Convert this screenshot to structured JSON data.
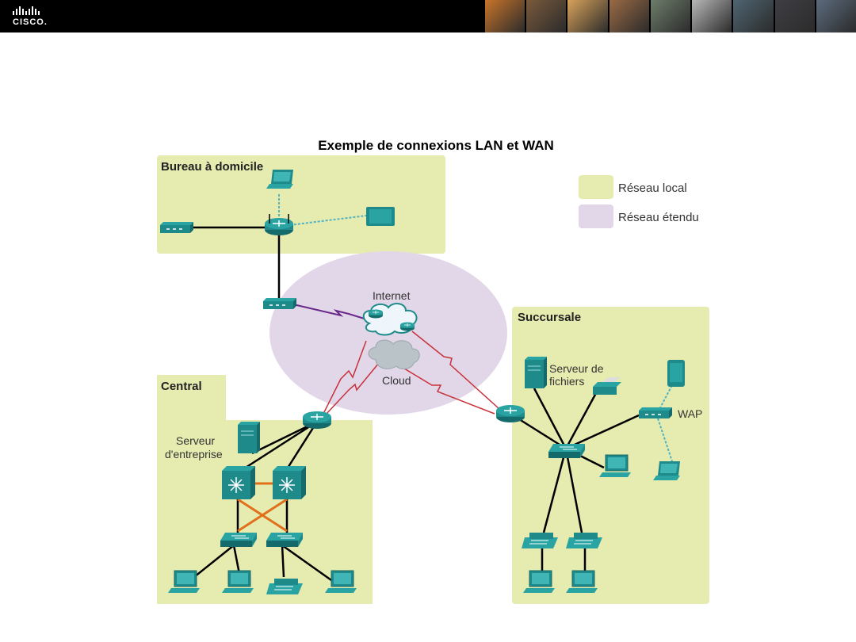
{
  "header": {
    "logo_text": "CISCO.",
    "photo_colors": [
      "#c9742a",
      "#7a5a3c",
      "#d8a25a",
      "#9a6a44",
      "#6d7d6a",
      "#b7b7b7",
      "#4f6472",
      "#3e3e44",
      "#5b6b7d"
    ]
  },
  "diagram": {
    "title": "Exemple de connexions LAN et WAN",
    "zones": {
      "home": "Bureau à domicile",
      "central": "Central",
      "branch": "Succursale"
    },
    "labels": {
      "internet": "Internet",
      "cloud": "Cloud",
      "file_server_line1": "Serveur de",
      "file_server_line2": "fichiers",
      "wap": "WAP",
      "enterprise_server_line1": "Serveur",
      "enterprise_server_line2": "d'entreprise"
    },
    "legend": {
      "lan": "Réseau local",
      "wan": "Réseau étendu"
    },
    "colors": {
      "lan_fill": "#e6ebb0",
      "wan_fill": "#e2d7e8",
      "device_teal": "#1f8a8a",
      "wan_link": "#c8323c",
      "dsl_link": "#6a2a8a",
      "redundant_link": "#e0701c"
    }
  }
}
